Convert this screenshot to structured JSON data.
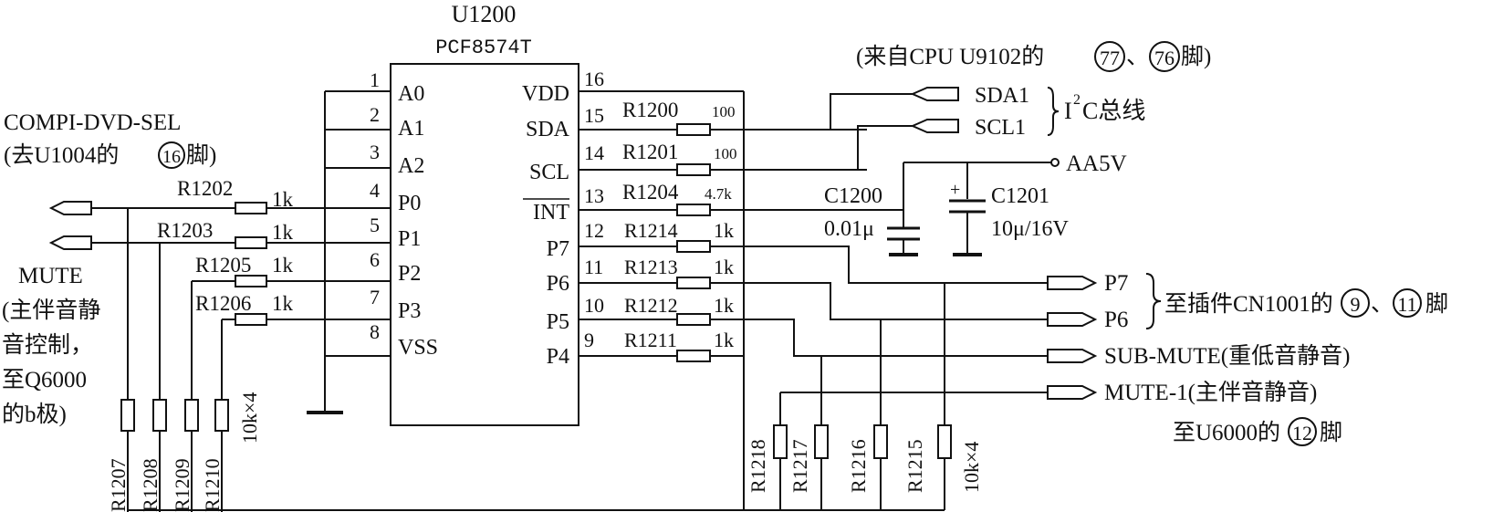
{
  "ic": {
    "ref": "U1200",
    "part": "PCF8574T",
    "left_pins": [
      {
        "num": "1",
        "name": "A0"
      },
      {
        "num": "2",
        "name": "A1"
      },
      {
        "num": "3",
        "name": "A2"
      },
      {
        "num": "4",
        "name": "P0"
      },
      {
        "num": "5",
        "name": "P1"
      },
      {
        "num": "6",
        "name": "P2"
      },
      {
        "num": "7",
        "name": "P3"
      },
      {
        "num": "8",
        "name": "VSS"
      }
    ],
    "right_pins": [
      {
        "num": "16",
        "name": "VDD"
      },
      {
        "num": "15",
        "name": "SDA"
      },
      {
        "num": "14",
        "name": "SCL"
      },
      {
        "num": "13",
        "name": "INT"
      },
      {
        "num": "12",
        "name": "P7"
      },
      {
        "num": "11",
        "name": "P6"
      },
      {
        "num": "10",
        "name": "P5"
      },
      {
        "num": "9",
        "name": "P4"
      }
    ]
  },
  "right_series": [
    {
      "ref": "R1200",
      "value": "100"
    },
    {
      "ref": "R1201",
      "value": "100"
    },
    {
      "ref": "R1204",
      "value": "4.7k"
    },
    {
      "ref": "R1214",
      "value": "1k"
    },
    {
      "ref": "R1213",
      "value": "1k"
    },
    {
      "ref": "R1212",
      "value": "1k"
    },
    {
      "ref": "R1211",
      "value": "1k"
    }
  ],
  "left_series": [
    {
      "ref": "R1202",
      "value": "1k"
    },
    {
      "ref": "R1203",
      "value": "1k"
    },
    {
      "ref": "R1205",
      "value": "1k"
    },
    {
      "ref": "R1206",
      "value": "1k"
    }
  ],
  "left_pull": {
    "refs": [
      "R1207",
      "R1208",
      "R1209",
      "R1210"
    ],
    "value": "10k×4"
  },
  "right_pull": {
    "refs": [
      "R1218",
      "R1217",
      "R1216",
      "R1215"
    ],
    "value": "10k×4"
  },
  "caps": {
    "c1200": {
      "ref": "C1200",
      "value": "0.01μ"
    },
    "c1201": {
      "ref": "C1201",
      "value": "10μ/16V"
    },
    "plus": "+"
  },
  "power": "AA5V",
  "i2c": {
    "source_note": "(来自CPU U9102的",
    "pin_a": "77",
    "sep": "、",
    "pin_b": "76",
    "tail": "脚)",
    "sda": "SDA1",
    "scl": "SCL1",
    "bus_i": "I",
    "bus_sup": "2",
    "bus_rest": "C总线"
  },
  "left_labels": {
    "compi": "COMPI-DVD-SEL",
    "compi_note_a": "(去U1004的",
    "compi_pin": "16",
    "compi_note_b": "脚)",
    "mute": "MUTE",
    "mute_lines": [
      "(主伴音静",
      "音控制，",
      "至Q6000",
      "的b极)"
    ]
  },
  "right_labels": {
    "p7": "P7",
    "p6": "P6",
    "cn_note_a": "至插件CN1001的",
    "cn_pin_a": "9",
    "cn_sep": "、",
    "cn_pin_b": "11",
    "cn_tail": "脚",
    "sub_mute": "SUB-MUTE(重低音静音)",
    "mute1": "MUTE-1(主伴音静音)",
    "u6000_a": "至U6000的",
    "u6000_pin": "12",
    "u6000_b": "脚"
  }
}
